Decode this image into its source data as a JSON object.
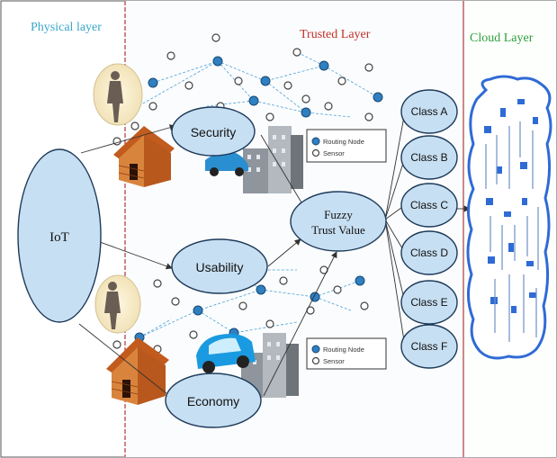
{
  "layers": {
    "physical": "Physical layer",
    "trusted": "Trusted Layer",
    "cloud": "Cloud Layer"
  },
  "nodes": {
    "iot": "IoT",
    "security": "Security",
    "usability": "Usability",
    "economy": "Economy",
    "fuzzy_line1": "Fuzzy",
    "fuzzy_line2": "Trust Value"
  },
  "classes": [
    "Class A",
    "Class B",
    "Class C",
    "Class D",
    "Class E",
    "Class F"
  ],
  "legend": {
    "routing_node": "Routing Node",
    "sensor": "Sensor"
  },
  "colors": {
    "physical_text": "#3aa7c9",
    "trusted_text": "#c0312b",
    "cloud_text": "#2e9e3e",
    "ellipse_fill": "#c7dff2",
    "ellipse_stroke": "#1d3a5a",
    "divider": "#b03a3a",
    "cloud_blue": "#2f6bd6"
  }
}
